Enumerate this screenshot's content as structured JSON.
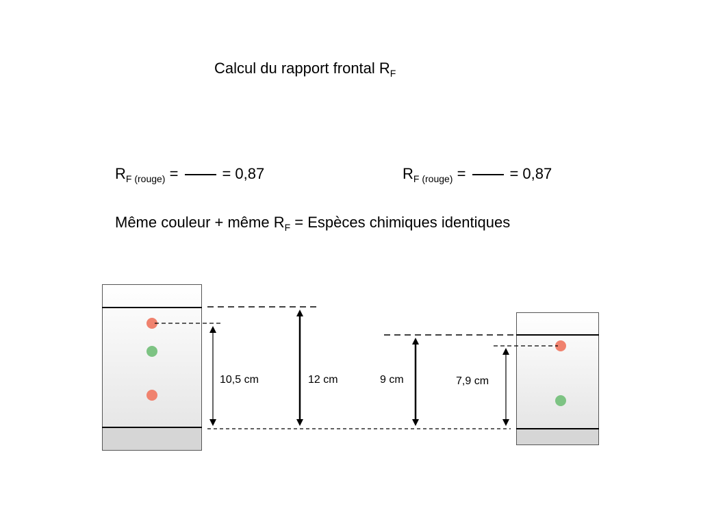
{
  "title": {
    "main": "Calcul du rapport frontal R",
    "sub": "F"
  },
  "formula_left": {
    "r": "R",
    "sub": "F (rouge)",
    "eq": "=",
    "result": "= 0,87"
  },
  "formula_right": {
    "r": "R",
    "sub": "F (rouge)",
    "eq": "=",
    "result": "= 0,87"
  },
  "conclusion": {
    "pre": "Même couleur + même R",
    "sub": "F",
    "post": "= Espèces chimiques identiques"
  },
  "measures": {
    "left_spot": "10,5 cm",
    "left_front": "12 cm",
    "right_front": "9 cm",
    "right_spot": "7,9 cm"
  },
  "colors": {
    "red_spot": "#f0826e",
    "green_spot": "#7dc383",
    "plate_border": "#555555"
  }
}
